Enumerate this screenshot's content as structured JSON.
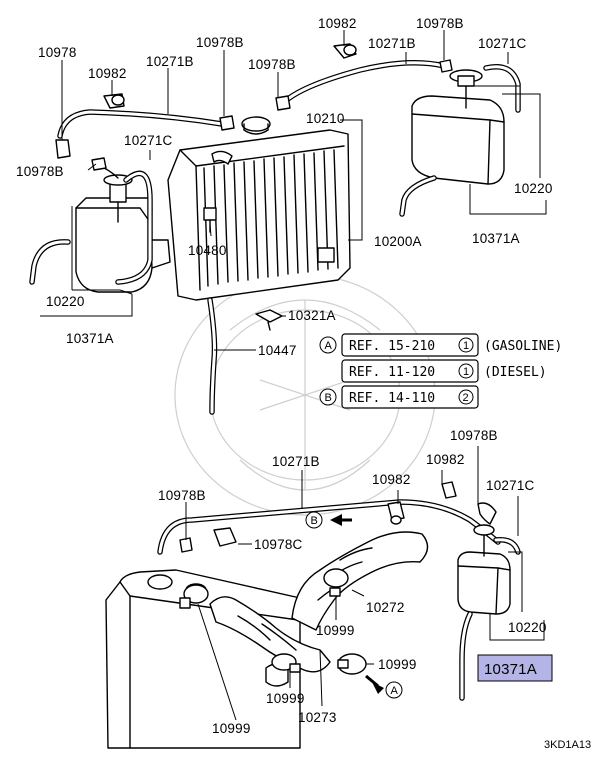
{
  "labels": {
    "p10978_tl": "10978",
    "p10982_tl": "10982",
    "p10271B_tl": "10271B",
    "p10978B_t1": "10978B",
    "p10978B_t2": "10978B",
    "p10982_tr": "10982",
    "p10978B_tr": "10978B",
    "p10271B_tr": "10271B",
    "p10271C_tr": "10271C",
    "p10210": "10210",
    "p10271C_l": "10271C",
    "p10978B_l": "10978B",
    "p10480": "10480",
    "p10200A": "10200A",
    "p10220_r": "10220",
    "p10371A_r": "10371A",
    "p10220_l": "10220",
    "p10371A_l": "10371A",
    "p10321A": "10321A",
    "p10447": "10447",
    "p10978B_b1": "10978B",
    "p10271B_b": "10271B",
    "p10982_b1": "10982",
    "p10982_b2": "10982",
    "p10271C_b": "10271C",
    "p10978B_b2": "10978B",
    "p10978C": "10978C",
    "p10272": "10272",
    "p10999_1": "10999",
    "p10999_2": "10999",
    "p10999_3": "10999",
    "p10999_4": "10999",
    "p10273": "10273",
    "p10220_b": "10220",
    "p10371A_hl": "10371A",
    "code": "3KD1A13"
  },
  "markers": {
    "A": "A",
    "B": "B",
    "one": "1",
    "two": "2"
  },
  "refs": {
    "r1": "REF. 15-210",
    "r1_note": "(GASOLINE)",
    "r2": "REF. 11-120",
    "r2_note": "(DIESEL)",
    "r3": "REF. 14-110"
  },
  "colors": {
    "highlight": "#b4b4e6",
    "line": "#000000",
    "watermark": "#cfcfcf"
  }
}
